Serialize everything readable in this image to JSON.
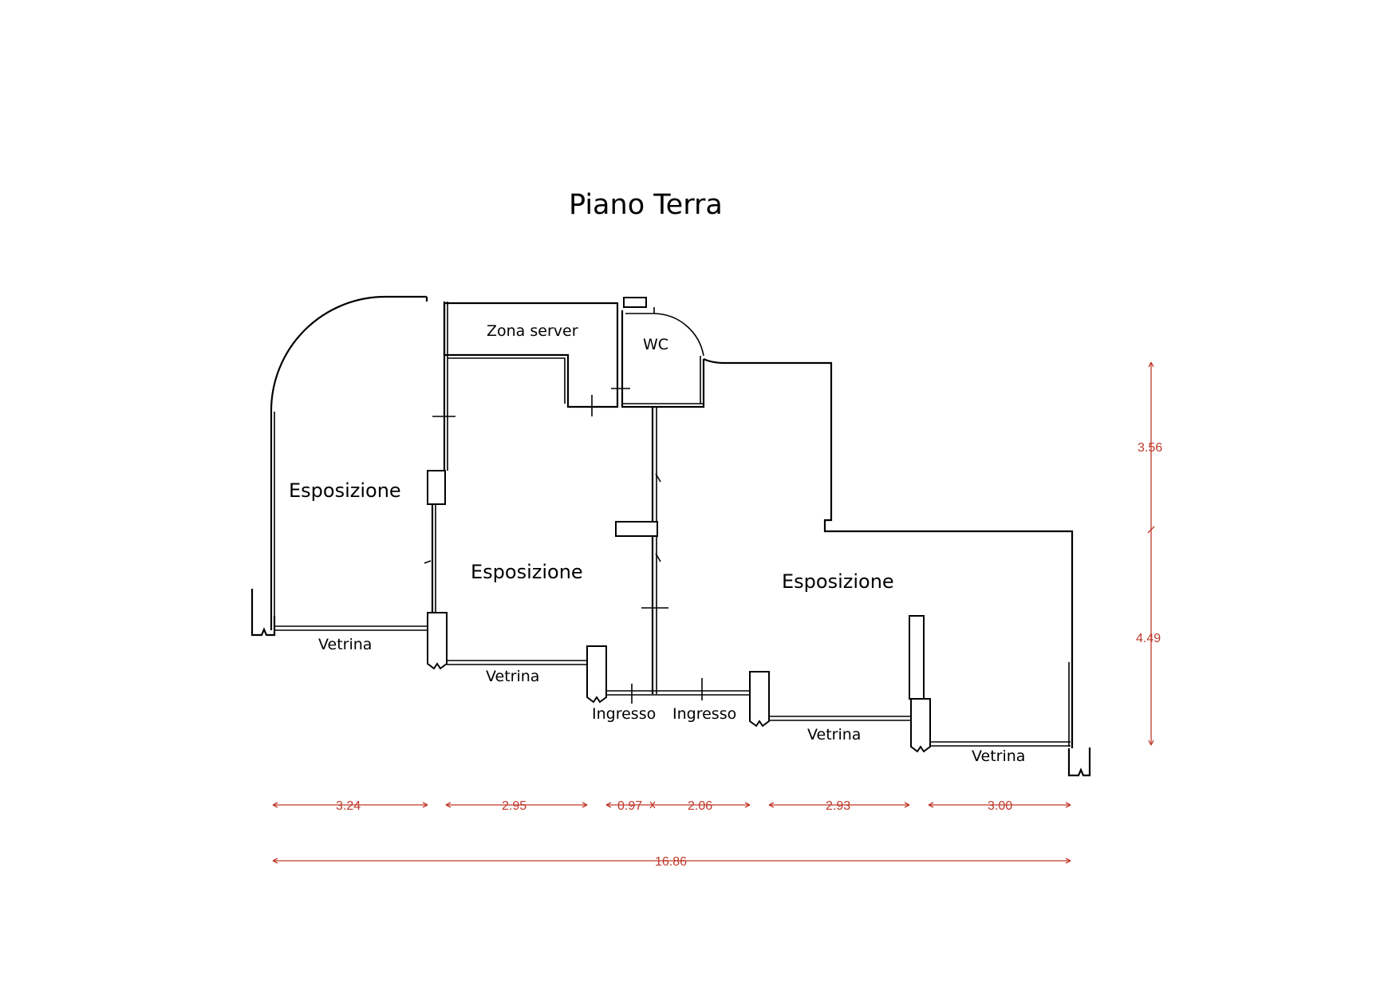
{
  "title": "Piano Terra",
  "rooms": {
    "zona_server": "Zona server",
    "wc": "WC",
    "esposizione_left": "Esposizione",
    "esposizione_center": "Esposizione",
    "esposizione_right": "Esposizione"
  },
  "labels": {
    "vetrina_1": "Vetrina",
    "vetrina_2": "Vetrina",
    "ingresso_1": "Ingresso",
    "ingresso_2": "Ingresso",
    "vetrina_3": "Vetrina",
    "vetrina_4": "Vetrina"
  },
  "dimensions": {
    "horizontal": [
      "3.24",
      "2.95",
      "0.97",
      "2.06",
      "2.93",
      "3.00"
    ],
    "total": "16.86",
    "vertical": [
      "3.56",
      "4.49"
    ]
  },
  "colors": {
    "dimension": "#c0392b",
    "wall": "#000000"
  }
}
